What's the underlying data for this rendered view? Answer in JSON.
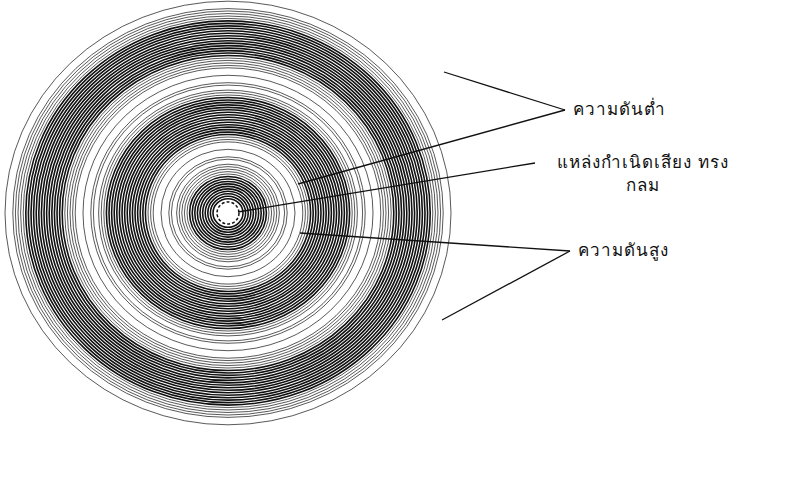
{
  "diagram": {
    "labels": [
      "ความดันต่ำ",
      "แหล่งกำเนิดเสียง ทรงกลม",
      "ความดันสูง"
    ]
  }
}
